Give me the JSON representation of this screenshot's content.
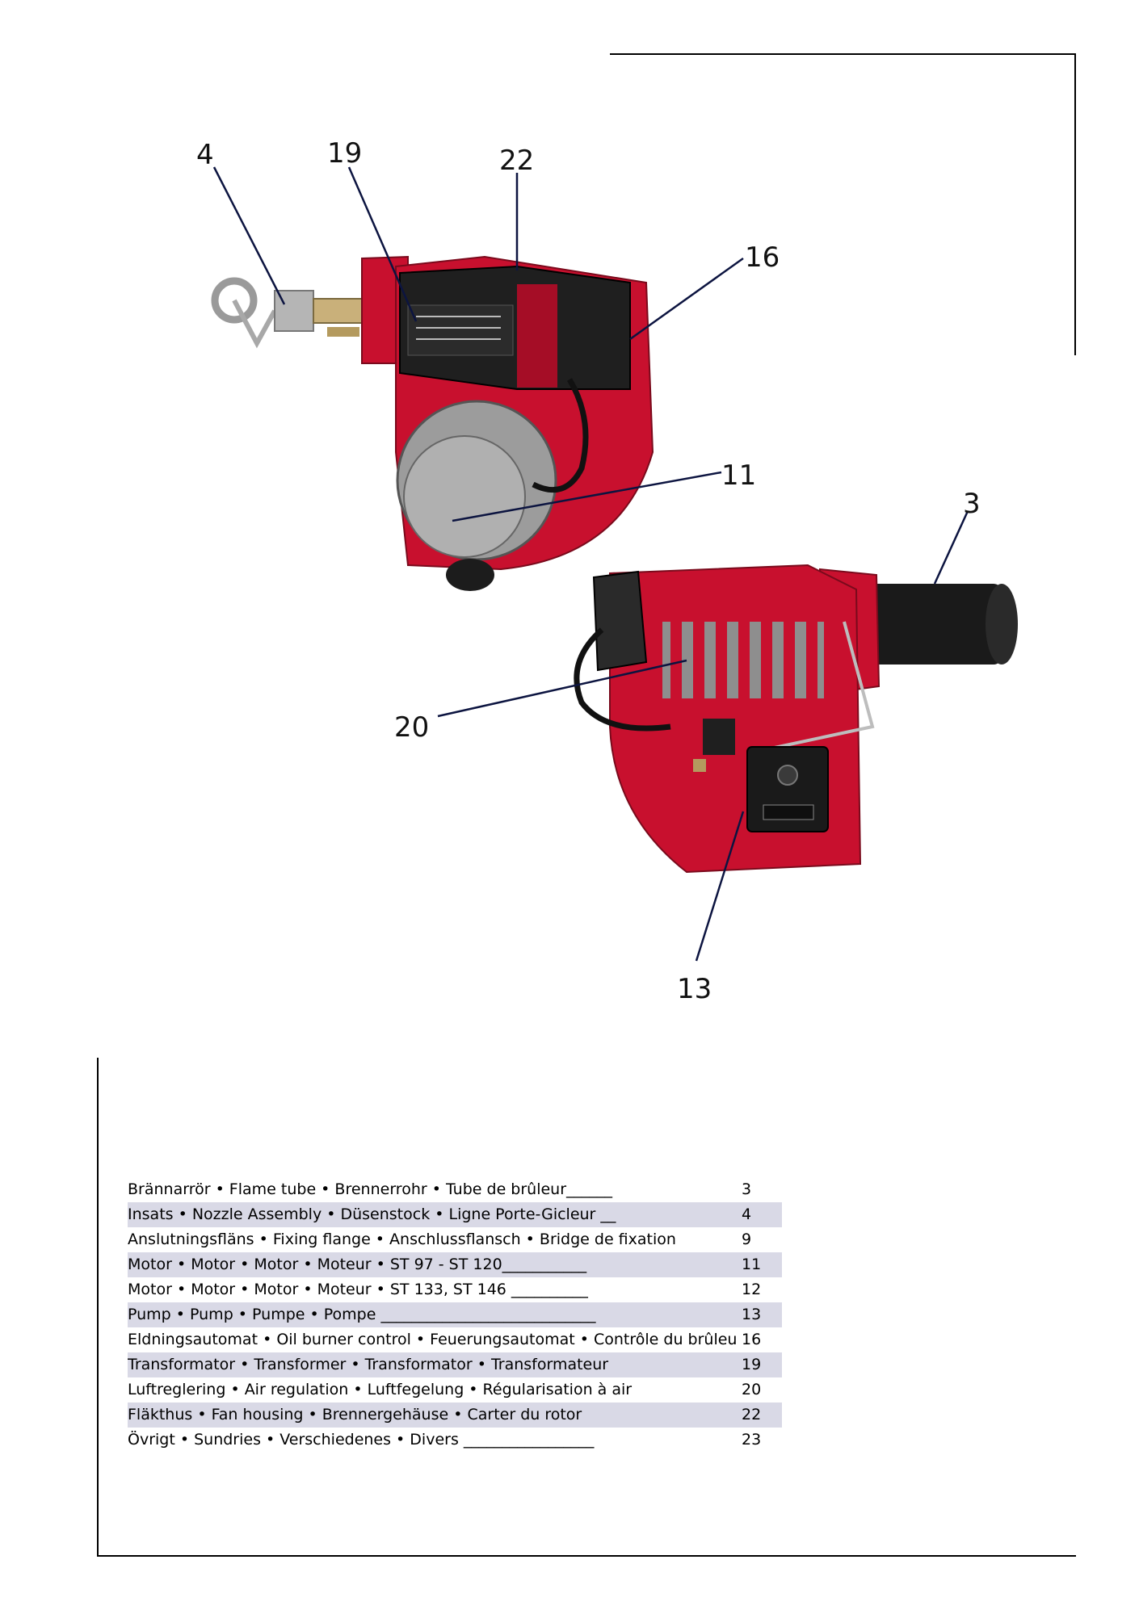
{
  "callouts": {
    "c4": "4",
    "c19": "19",
    "c22": "22",
    "c16": "16",
    "c11": "11",
    "c3": "3",
    "c20": "20",
    "c13": "13"
  },
  "parts": [
    {
      "desc": "Brännarrör • Flame tube • Brennerrohr • Tube de brûleur______",
      "num": "3"
    },
    {
      "desc": "Insats • Nozzle Assembly • Düsenstock • Ligne Porte-Gicleur  __",
      "num": "4"
    },
    {
      "desc": "Anslutningsfläns • Fixing flange • Anschlussflansch • Bridge de fixation",
      "num": "9"
    },
    {
      "desc": " Motor  •  Motor  •  Motor  •  Moteur  •  ST 97 - ST 120___________",
      "num": "11"
    },
    {
      "desc": " Motor  •  Motor  •  Motor  •  Moteur  •  ST 133, ST 146 __________",
      "num": "12"
    },
    {
      "desc": "Pump  •  Pump  •  Pumpe  •  Pompe ____________________________",
      "num": "13"
    },
    {
      "desc": "Eldningsautomat  •  Oil burner control   •  Feuerungsautomat  •  Contrôle du brûleur",
      "num": "16"
    },
    {
      "desc": "Transformator  •  Transformer  •  Transformator  •  Transformateur",
      "num": "19"
    },
    {
      "desc": "Luftreglering  •  Air regulation  •  Luftfegelung  •  Régularisation à air",
      "num": "20"
    },
    {
      "desc": "Fläkthus  •  Fan housing  •  Brennergehäuse  •  Carter du rotor",
      "num": "22"
    },
    {
      "desc": "Övrigt  •  Sundries  •  Verschiedenes  •  Divers _________________",
      "num": "23"
    }
  ],
  "colors": {
    "burner_red": "#c8102e",
    "row_shade": "#d9d9e6"
  }
}
